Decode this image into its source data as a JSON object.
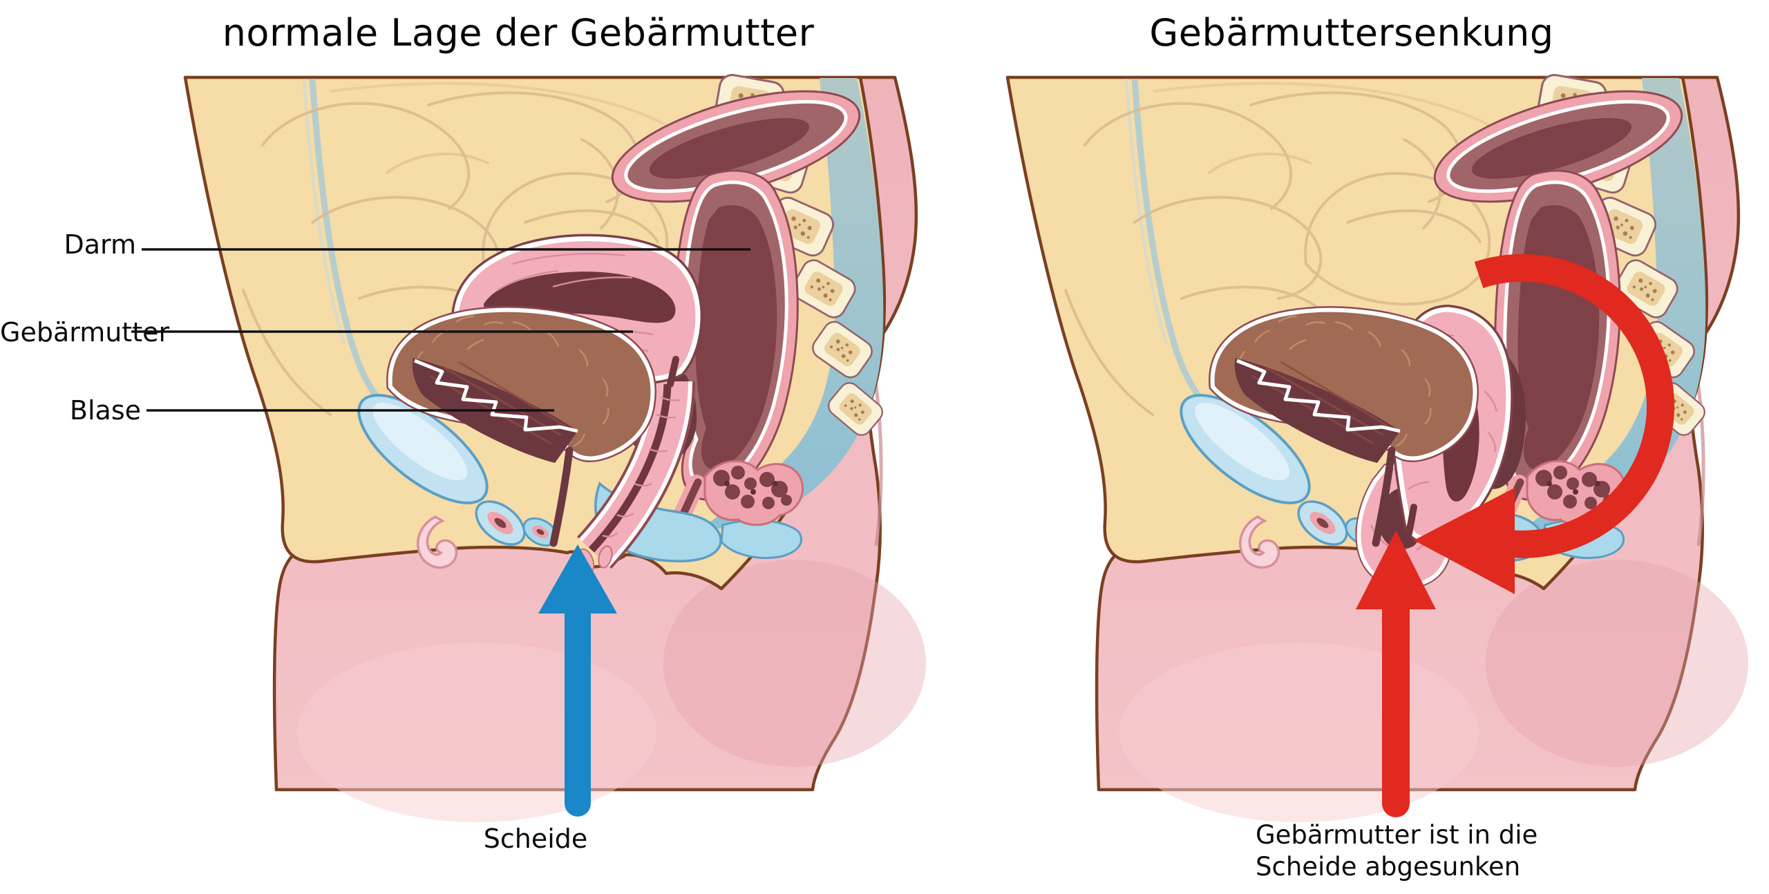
{
  "page": {
    "background_color": "#FFFFFF"
  },
  "panels": {
    "left": {
      "title": "normale Lage der Gebärmutter",
      "labels": {
        "darm": "Darm",
        "gebaermutter": "Gebärmutter",
        "blase": "Blase"
      },
      "arrow_label": "Scheide",
      "arrow_color": "#1987C8"
    },
    "right": {
      "title": "Gebärmuttersenkung",
      "caption_line1": "Gebärmutter ist in die",
      "caption_line2": "Scheide abgesunken",
      "arrow_color": "#E0291F"
    }
  },
  "palette": {
    "skin_tan": "#F6DCA7",
    "body_outline_brown": "#7A4022",
    "flesh_pink": "#EFB3BA",
    "spine_bone_cream": "#F8F1D6",
    "spine_bone_fill": "#EBD0A0",
    "disc_line": "#96626D",
    "fascia_blue": "#9FC5CC",
    "pelvic_blue": "#A9D9EA",
    "bone_blue": "#C2E2F1",
    "organ_rim_pink": "#EFA3AC",
    "bowel_fill": "#A06568",
    "bowel_dark": "#7E4148",
    "cavity_dark": "#6B3840",
    "uterus_pink": "#F2AEBA",
    "uterus_striation": "#D78E9A",
    "bladder_brown": "#A06A55",
    "bladder_crack": "#C79067",
    "leader_line": "#111111",
    "text": "#0B0B0B"
  }
}
